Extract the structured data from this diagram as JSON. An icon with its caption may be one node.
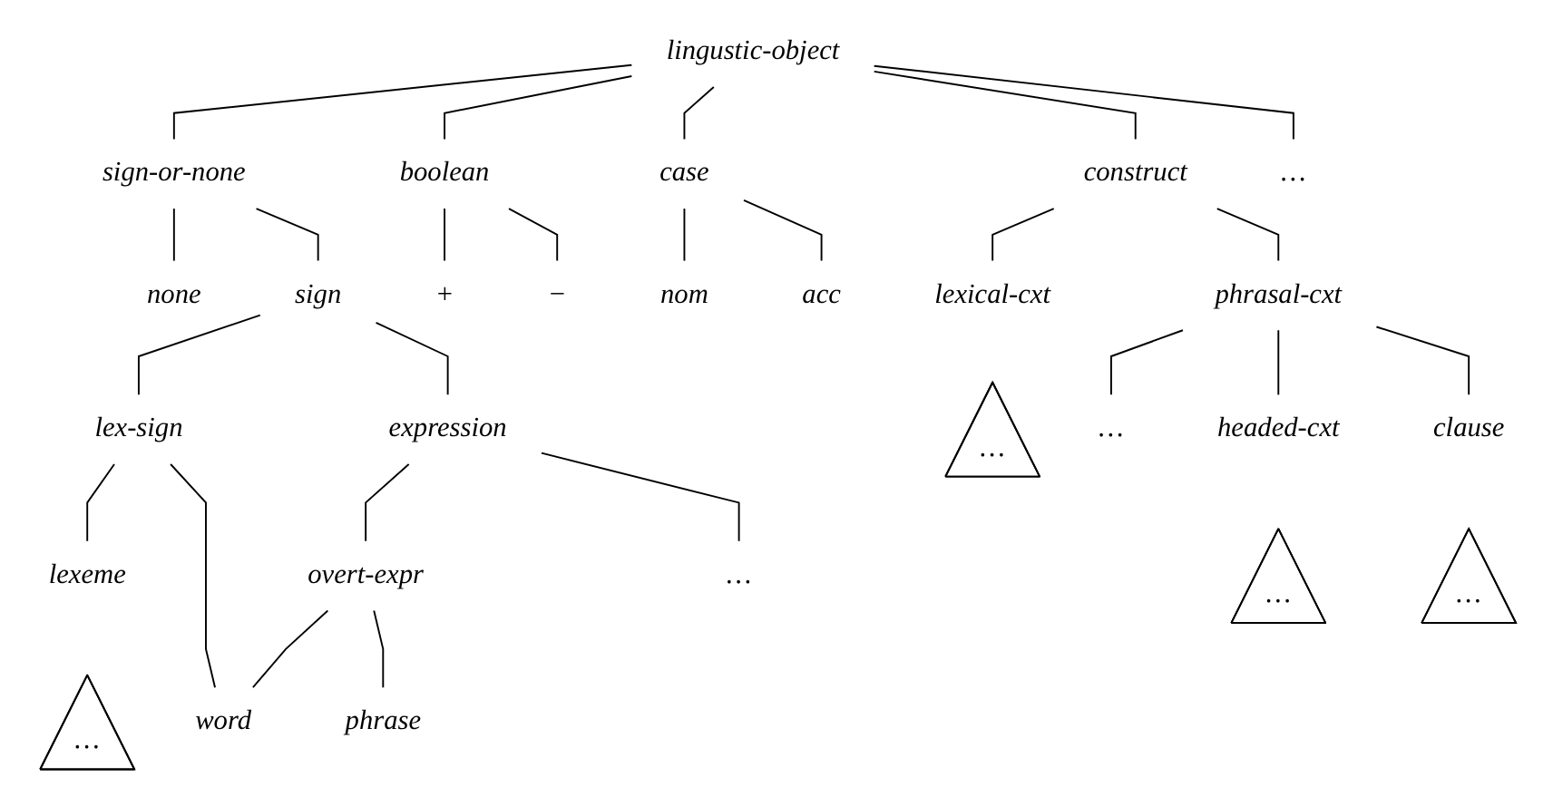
{
  "diagram": {
    "nodes": [
      {
        "text": [
          "lingustic-object"
        ]
      },
      {
        "text": [
          "sign-or-none"
        ]
      },
      {
        "text": [
          "boolean"
        ]
      },
      {
        "text": [
          "case"
        ]
      },
      {
        "text": [
          "construct"
        ]
      },
      {
        "text": [
          "…"
        ]
      },
      {
        "text": [
          "none"
        ]
      },
      {
        "text": [
          "sign"
        ]
      },
      {
        "text": [
          "+"
        ]
      },
      {
        "text": [
          "−"
        ]
      },
      {
        "text": [
          "nom"
        ]
      },
      {
        "text": [
          "acc"
        ]
      },
      {
        "text": [
          "lex-sign"
        ]
      },
      {
        "text": [
          "expression"
        ]
      },
      {
        "text": [
          "lexical-cxt"
        ]
      },
      {
        "text": [
          "phrasal-cxt"
        ]
      },
      {
        "text": [
          "…"
        ]
      },
      {
        "text": [
          "lexeme"
        ]
      },
      {
        "text": [
          "overt-expr"
        ]
      },
      {
        "text": [
          "…"
        ]
      },
      {
        "text": [
          "…"
        ]
      },
      {
        "text": [
          "phrase"
        ]
      },
      {
        "text": [
          "…"
        ]
      },
      {
        "text": [
          "headed-cxt"
        ]
      },
      {
        "text": [
          "clause"
        ]
      },
      {
        "text": [
          "word"
        ]
      },
      {
        "text": [
          "…"
        ]
      },
      {
        "text": [
          "…"
        ]
      }
    ],
    "edges": [
      {
        "from": 0,
        "to": 1,
        "arrow": "none"
      },
      {
        "from": 0,
        "to": 2,
        "arrow": "none"
      },
      {
        "from": 0,
        "to": 3,
        "arrow": "none"
      },
      {
        "from": 0,
        "to": 4,
        "arrow": "none"
      },
      {
        "from": 0,
        "to": 5,
        "arrow": "none"
      },
      {
        "from": 1,
        "to": 6,
        "arrow": "none"
      },
      {
        "from": 1,
        "to": 7,
        "arrow": "none"
      },
      {
        "from": 2,
        "to": 8,
        "arrow": "none"
      },
      {
        "from": 2,
        "to": 9,
        "arrow": "none"
      },
      {
        "from": 3,
        "to": 10,
        "arrow": "none"
      },
      {
        "from": 3,
        "to": 11,
        "arrow": "none"
      },
      {
        "from": 4,
        "to": 14,
        "arrow": "none"
      },
      {
        "from": 4,
        "to": 15,
        "arrow": "none"
      },
      {
        "from": 7,
        "to": 12,
        "arrow": "none"
      },
      {
        "from": 7,
        "to": 13,
        "arrow": "none"
      },
      {
        "from": 12,
        "to": 17,
        "arrow": "none"
      },
      {
        "from": 12,
        "to": 25,
        "arrow": "none"
      },
      {
        "from": 13,
        "to": 18,
        "arrow": "none"
      },
      {
        "from": 13,
        "to": 19,
        "arrow": "none"
      },
      {
        "from": 18,
        "to": 25,
        "arrow": "none"
      },
      {
        "from": 18,
        "to": 21,
        "arrow": "none"
      },
      {
        "from": 15,
        "to": 22,
        "arrow": "none"
      },
      {
        "from": 15,
        "to": 23,
        "arrow": "none"
      },
      {
        "from": 15,
        "to": 24,
        "arrow": "none"
      }
    ]
  }
}
